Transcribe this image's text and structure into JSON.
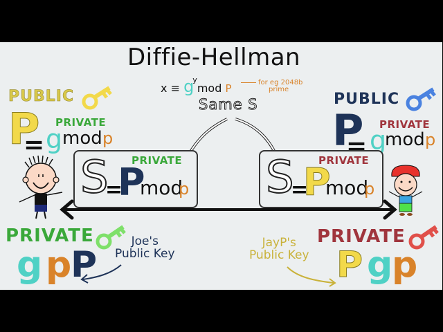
{
  "colors": {
    "background": "#eceff0",
    "letterbox": "#000000",
    "teal_g": "#4fd1c5",
    "orange_p": "#d9832a",
    "navy_P": "#1e3358",
    "yellow_P": "#f2d94a",
    "public_left": "#d8c84a",
    "public_right": "#1e3358",
    "private_green": "#3aa83a",
    "private_maroon": "#a0353d",
    "key_yellow": "#f2d94a",
    "key_blue": "#4a82e0",
    "key_green": "#7ee06a",
    "key_red": "#e0504a"
  },
  "header": {
    "title": "Diffie-Hellman",
    "formula": {
      "x": "x",
      "equiv": "≡",
      "g": "g",
      "exponent": "y",
      "mod": "mod",
      "p": "P"
    },
    "note_line1": "for eg 2048b",
    "note_line2": "prime",
    "same_s": "Same S"
  },
  "left_party": {
    "name": "Joe",
    "public_label": "PUBLIC",
    "public_key_icon": "key-icon",
    "P": "P",
    "equals": "=",
    "g": "g",
    "private_label": "PRIVATE",
    "mod": "mod",
    "p": "p",
    "box": {
      "S": "S",
      "equals": "=",
      "P": "P",
      "private_label": "PRIVATE",
      "mod": "mod",
      "p": "p"
    },
    "bottom": {
      "private_label": "PRIVATE",
      "letters": [
        "g",
        "p",
        "P"
      ],
      "caption_line1": "Joe's",
      "caption_line2": "Public Key"
    }
  },
  "right_party": {
    "name": "JayP",
    "public_label": "PUBLIC",
    "public_key_icon": "key-icon",
    "P": "P",
    "equals": "=",
    "g": "g",
    "private_label": "PRIVATE",
    "mod": "mod",
    "p": "p",
    "box": {
      "S": "S",
      "equals": "=",
      "P": "P",
      "private_label": "PRIVATE",
      "mod": "mod",
      "p": "p"
    },
    "bottom": {
      "private_label": "PRIVATE",
      "letters": [
        "P",
        "g",
        "p"
      ],
      "caption_line1": "JayP's",
      "caption_line2": "Public Key"
    }
  }
}
